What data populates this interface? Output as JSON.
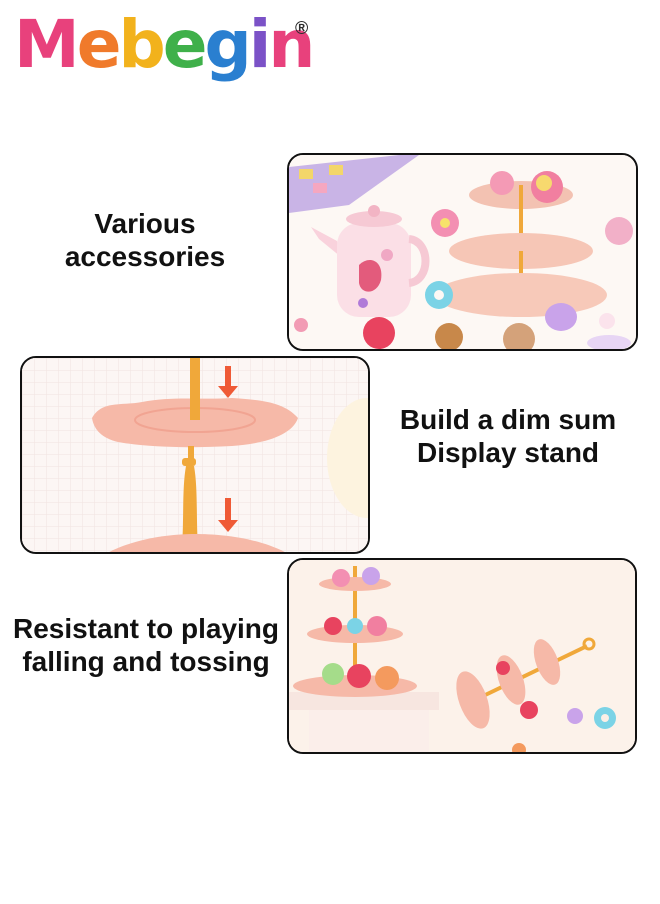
{
  "brand": {
    "letters": [
      {
        "ch": "M",
        "color": "#e8417c"
      },
      {
        "ch": "e",
        "color": "#f07a2b"
      },
      {
        "ch": "b",
        "color": "#f2b21c"
      },
      {
        "ch": "e",
        "color": "#3fb04a"
      },
      {
        "ch": "g",
        "color": "#2a7fd0"
      },
      {
        "ch": "i",
        "color": "#7b52c7"
      },
      {
        "ch": "n",
        "color": "#e8417c"
      }
    ],
    "registered": "®",
    "star_color": "#ffffff"
  },
  "features": [
    {
      "caption_line1": "Various",
      "caption_line2": "accessories"
    },
    {
      "caption_line1": "Build a dim sum",
      "caption_line2": "Display stand"
    },
    {
      "caption_line1": "Resistant to playing",
      "caption_line2": "falling and tossing"
    }
  ],
  "colors": {
    "stand_pink": "#f6b9a8",
    "pole_gold": "#f0a83a",
    "arrow": "#ef5a36",
    "border": "#111111"
  }
}
